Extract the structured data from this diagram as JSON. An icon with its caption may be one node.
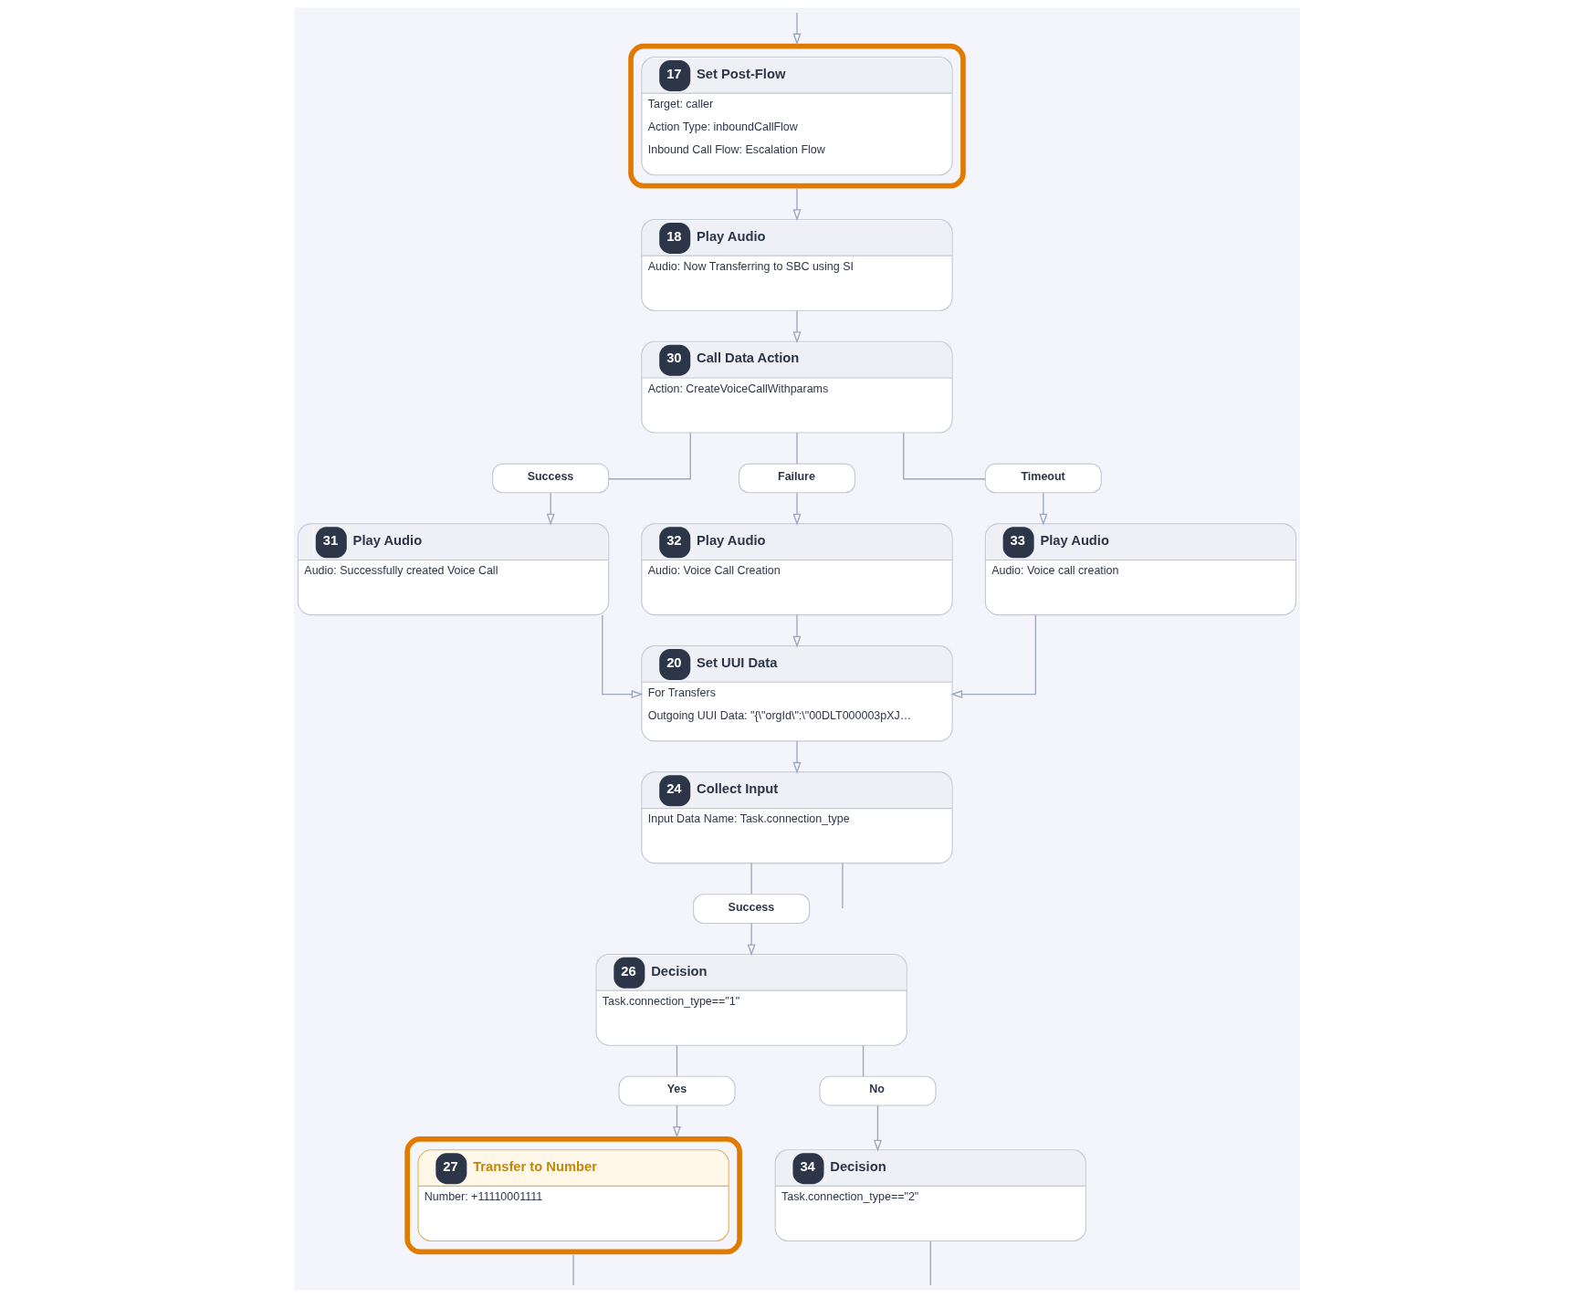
{
  "diagram": {
    "nodes": [
      {
        "text": [
          "17",
          "Set Post-Flow",
          "Target: caller",
          "Action Type: inboundCallFlow",
          "Inbound Call Flow: Escalation Flow"
        ]
      },
      {
        "text": [
          "18",
          "Play Audio",
          "Audio: Now Transferring to SBC using SI"
        ]
      },
      {
        "text": [
          "30",
          "Call Data Action",
          "Action: CreateVoiceCallWithparams"
        ]
      },
      {
        "text": [
          "Success"
        ]
      },
      {
        "text": [
          "Failure"
        ]
      },
      {
        "text": [
          "Timeout"
        ]
      },
      {
        "text": [
          "31",
          "Play Audio",
          "Audio: Successfully created Voice Call"
        ]
      },
      {
        "text": [
          "32",
          "Play Audio",
          "Audio: Voice Call Creation"
        ]
      },
      {
        "text": [
          "33",
          "Play Audio",
          "Audio: Voice call creation"
        ]
      },
      {
        "text": [
          "20",
          "Set UUI Data",
          "For Transfers",
          "Outgoing UUI Data: \"{\\\"orgId\\\":\\\"00DLT000003pXJ…"
        ]
      },
      {
        "text": [
          "24",
          "Collect Input",
          "Input Data Name: Task.connection_type"
        ]
      },
      {
        "text": [
          "Success"
        ]
      },
      {
        "text": [
          "26",
          "Decision",
          "Task.connection_type==\"1\""
        ]
      },
      {
        "text": [
          "Yes"
        ]
      },
      {
        "text": [
          "No"
        ]
      },
      {
        "text": [
          "27",
          "Transfer to Number",
          "Number: +11110001111"
        ]
      },
      {
        "text": [
          "34",
          "Decision",
          "Task.connection_type==\"2\""
        ]
      }
    ],
    "edges": [
      {
        "from": null,
        "to": 0,
        "arrow": "to"
      },
      {
        "from": 0,
        "to": 1,
        "arrow": "to"
      },
      {
        "from": 1,
        "to": 2,
        "arrow": "to"
      },
      {
        "from": 2,
        "to": 3,
        "arrow": "none"
      },
      {
        "from": 2,
        "to": 4,
        "arrow": "none"
      },
      {
        "from": 2,
        "to": 5,
        "arrow": "none"
      },
      {
        "from": 3,
        "to": 6,
        "arrow": "to"
      },
      {
        "from": 4,
        "to": 7,
        "arrow": "to"
      },
      {
        "from": 5,
        "to": 8,
        "arrow": "to"
      },
      {
        "from": 6,
        "to": 9,
        "arrow": "to"
      },
      {
        "from": 7,
        "to": 9,
        "arrow": "to"
      },
      {
        "from": 8,
        "to": 9,
        "arrow": "to"
      },
      {
        "from": 9,
        "to": 10,
        "arrow": "to"
      },
      {
        "from": 10,
        "to": 11,
        "arrow": "none"
      },
      {
        "from": 10,
        "to": null,
        "arrow": "none"
      },
      {
        "from": 11,
        "to": 12,
        "arrow": "to"
      },
      {
        "from": 12,
        "to": 13,
        "arrow": "none"
      },
      {
        "from": 12,
        "to": 14,
        "arrow": "none"
      },
      {
        "from": 13,
        "to": 15,
        "arrow": "to"
      },
      {
        "from": 14,
        "to": 16,
        "arrow": "to"
      },
      {
        "from": 15,
        "to": null,
        "arrow": "none"
      },
      {
        "from": 16,
        "to": null,
        "arrow": "none"
      }
    ]
  }
}
